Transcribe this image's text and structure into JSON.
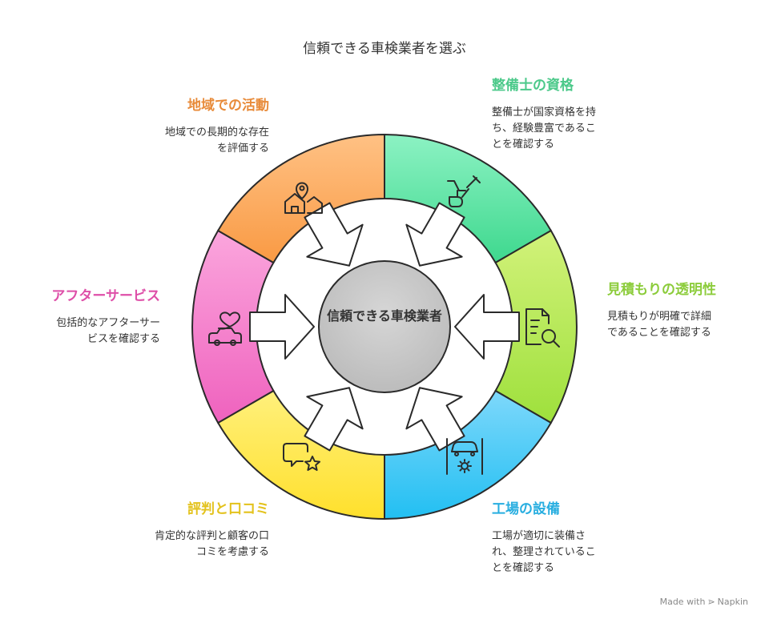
{
  "title": "信頼できる車検業者を選ぶ",
  "center": {
    "label": "信頼できる車検業者"
  },
  "segments": [
    {
      "id": "mechanic",
      "title": "整備士の資格",
      "description": "整備士が国家資格を持ち、経験豊富であることを確認する",
      "color": "#4cc98a",
      "icon": "mechanic-tools-icon"
    },
    {
      "id": "estimate",
      "title": "見積もりの透明性",
      "description": "見積もりが明確で詳細であることを確認する",
      "color": "#8ccc3b",
      "icon": "document-search-icon"
    },
    {
      "id": "facility",
      "title": "工場の設備",
      "description": "工場が適切に装備され、整理されていることを確認する",
      "color": "#28aee0",
      "icon": "car-lift-gear-icon"
    },
    {
      "id": "reviews",
      "title": "評判と口コミ",
      "description": "肯定的な評判と顧客の口コミを考慮する",
      "color": "#e3c21c",
      "icon": "speech-bubble-star-icon"
    },
    {
      "id": "after",
      "title": "アフターサービス",
      "description": "包括的なアフターサービスを確認する",
      "color": "#de4fa8",
      "icon": "car-heart-icon"
    },
    {
      "id": "local",
      "title": "地域での活動",
      "description": "地域での長期的な存在を評価する",
      "color": "#e88b3a",
      "icon": "location-house-icon"
    }
  ],
  "footer": {
    "prefix": "Made with",
    "brand": "Napkin"
  }
}
